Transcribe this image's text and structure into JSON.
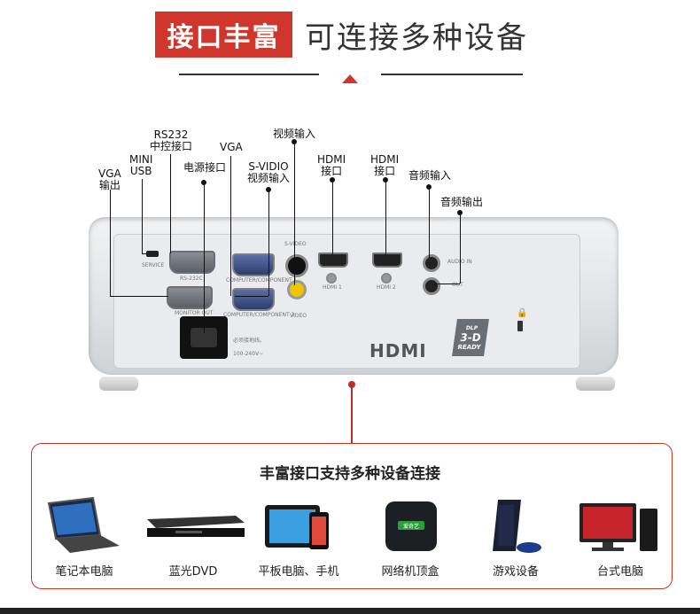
{
  "header": {
    "badge": "接口丰富",
    "title": "可连接多种设备"
  },
  "port_labels": {
    "rs232_line1": "RS232",
    "rs232_line2": "中控接口",
    "mini_usb_line1": "MINI",
    "mini_usb_line2": "USB",
    "vga_out_line1": "VGA",
    "vga_out_line2": "输出",
    "power": "电源接口",
    "vga_in": "VGA",
    "svideo_line1": "S-VIDIO",
    "svideo_line2": "视频输入",
    "video_in": "视频输入",
    "hdmi1_line1": "HDMI",
    "hdmi1_line2": "接口",
    "hdmi2_line1": "HDMI",
    "hdmi2_line2": "接口",
    "audio_in": "音频输入",
    "audio_out": "音频输出"
  },
  "panel_text": {
    "service": "SERVICE",
    "rs232c": "RS-232C",
    "computer1": "COMPUTER/COMPONENT 1",
    "computer2": "COMPUTER/COMPONENT 2",
    "monitor_out": "MONITOR OUT",
    "svideo": "S-VIDEO",
    "video": "VIDEO",
    "hdmi1": "HDMI 1",
    "hdmi2": "HDMI 2",
    "audio_in": "AUDIO IN",
    "audio_out": "OUT",
    "power_note": "必须接地线。",
    "voltage": "100-240V~",
    "hdmi_logo": "HDMI",
    "dlp": "DLP",
    "ready_3d": "3-D",
    "ready": "READY"
  },
  "devices_box": {
    "title": "丰富接口支持多种设备连接",
    "items": [
      {
        "label": "笔记本电脑",
        "icon": "laptop-icon"
      },
      {
        "label": "蓝光DVD",
        "icon": "bluray-player-icon"
      },
      {
        "label": "平板电脑、手机",
        "icon": "tablet-phone-icon"
      },
      {
        "label": "网络机顶盒",
        "icon": "set-top-box-icon"
      },
      {
        "label": "游戏设备",
        "icon": "game-console-icon"
      },
      {
        "label": "台式电脑",
        "icon": "desktop-computer-icon"
      }
    ],
    "settop_brand": "爱奇艺"
  },
  "colors": {
    "accent": "#d0362b",
    "border": "#c0392b"
  }
}
